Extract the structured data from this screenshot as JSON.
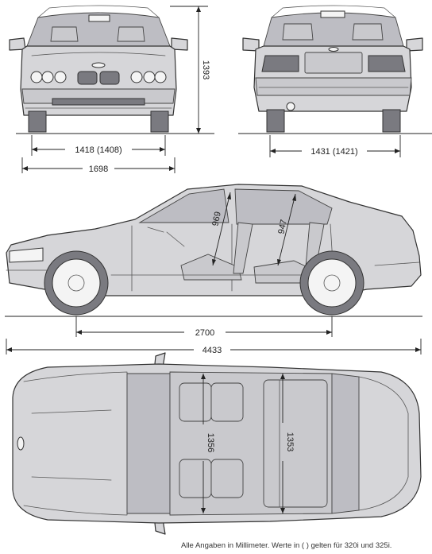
{
  "front_view": {
    "track_width": "1418 (1408)",
    "overall_width": "1698",
    "height": "1393"
  },
  "rear_view": {
    "track_width": "1431 (1421)"
  },
  "side_view": {
    "front_headroom": "969",
    "rear_headroom": "947",
    "wheelbase": "2700",
    "overall_length": "4433"
  },
  "top_view": {
    "front_shoulder_width": "1356",
    "rear_shoulder_width": "1353"
  },
  "footnote": "Alle Angaben in Millimeter. Werte in ( ) gelten für 320i und 325i."
}
